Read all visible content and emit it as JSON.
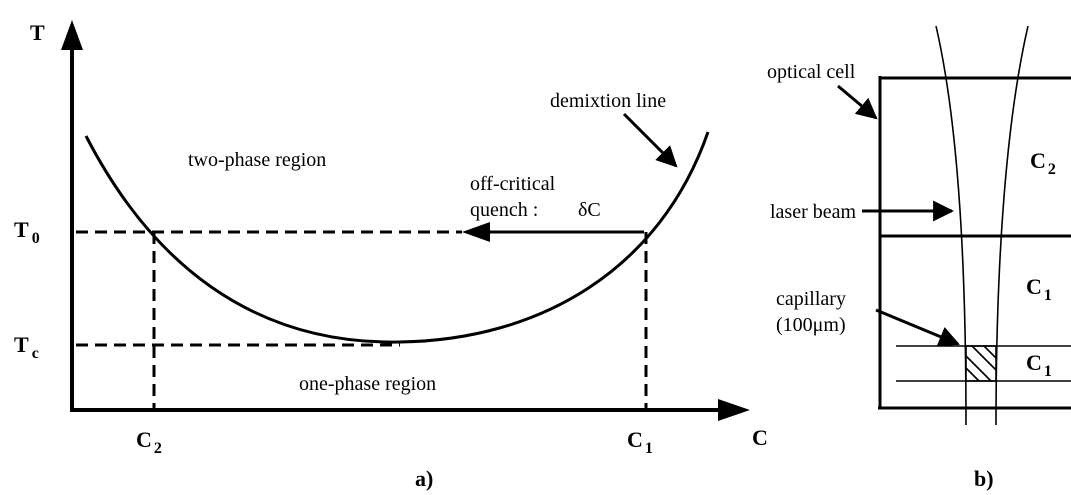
{
  "panel_a": {
    "axis_t": "T",
    "axis_c": "C",
    "t0_main": "T",
    "t0_sub": "0",
    "tc_main": "T",
    "tc_sub": "c",
    "c2_main": "C",
    "c2_sub": "2",
    "c1_main": "C",
    "c1_sub": "1",
    "two_phase": "two-phase region",
    "one_phase": "one-phase region",
    "demixtion": "demixtion line",
    "quench_line1": "off-critical",
    "quench_line2": "quench :",
    "delta_c": "δC",
    "caption": "a)"
  },
  "panel_b": {
    "optical_cell": "optical cell",
    "laser_beam": "laser beam",
    "capillary_line1": "capillary",
    "capillary_line2": "(100μm)",
    "c2_main": "C",
    "c2_sub": "2",
    "c1_upper_main": "C",
    "c1_upper_sub": "1",
    "c1_lower_main": "C",
    "c1_lower_sub": "1",
    "caption": "b)"
  }
}
